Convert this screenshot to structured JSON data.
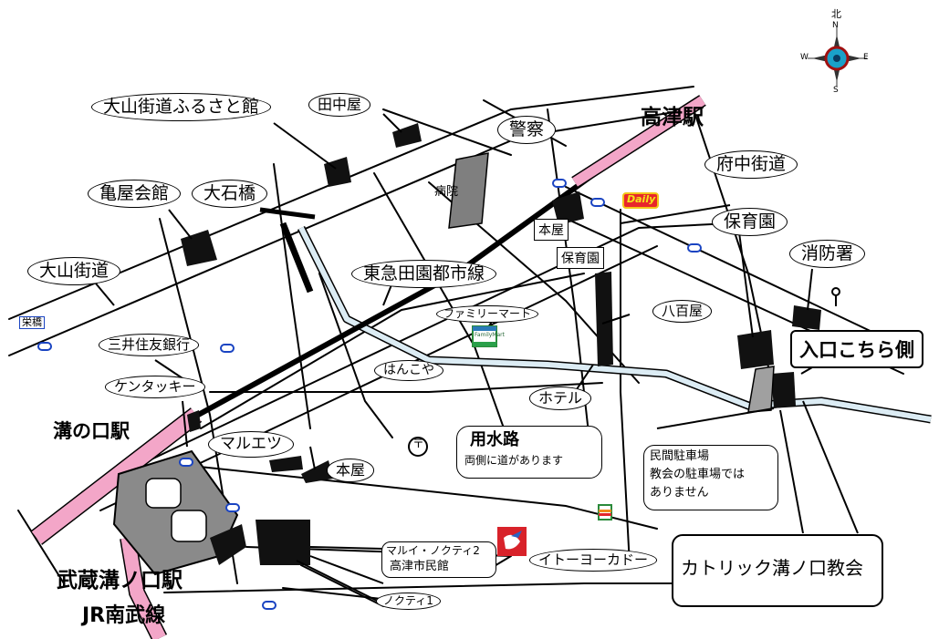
{
  "compass": {
    "n": "北",
    "n_en": "N",
    "s": "S",
    "e": "E",
    "w": "W"
  },
  "stations": {
    "takatsu": "高津駅",
    "mizonokuchi": "溝の口駅",
    "musashi_mizonokuchi": "武蔵溝ノ口駅",
    "jr_nambu": "JR南武線"
  },
  "lines": {
    "tokyu": "東急田園都市線"
  },
  "roads": {
    "oyama": "大山街道",
    "fuchu": "府中街道"
  },
  "landmarks": {
    "oyama_furusatokan": "大山街道ふるさと館",
    "tanakaya": "田中屋",
    "keisatsu": "警察",
    "kameya_kaikan": "亀屋会館",
    "oishibashi": "大石橋",
    "byoin": "病院",
    "honya_1": "本屋",
    "hoikuen_1": "保育園",
    "hoikuen_2": "保育園",
    "shobosho": "消防署",
    "family_mart": "ファミリーマート",
    "family_mart_sign": "FamilyMart",
    "yaoya": "八百屋",
    "mitsui_sumitomo": "三井住友銀行",
    "kentucky": "ケンタッキー",
    "hankoya": "はんこや",
    "hotel": "ホテル",
    "maruetsu": "マルエツ",
    "honya_2": "本屋",
    "marui_nocty2": "マルイ・ノクティ2",
    "takatsu_shiminkan": "高津市民館",
    "ito_yokado": "イトーヨーカドー",
    "nocty1": "ノクティ1",
    "sakurabashi": "栄橋",
    "daily": "Daily",
    "post_mark": "〒"
  },
  "yosuiro": {
    "title": "用水路",
    "note": "両側に道があります"
  },
  "parking": {
    "line1": "民間駐車場",
    "line2": "教会の駐車場では",
    "line3": "ありません"
  },
  "entrance": "入口こちら側",
  "church": "カトリック溝ノ口教会",
  "colors": {
    "rail": "#f3a6c8",
    "water": "#dcecf4",
    "building": "#111111",
    "gray_block": "#7f7f7f"
  }
}
